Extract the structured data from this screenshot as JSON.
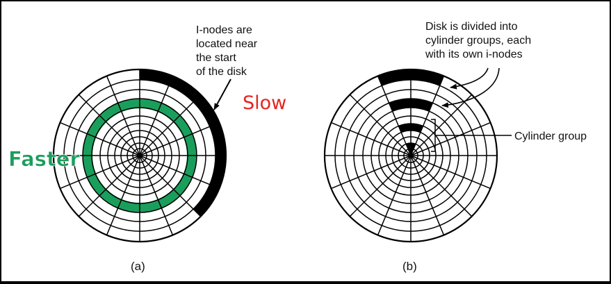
{
  "colors": {
    "background": "#ffffff",
    "ink": "#000000",
    "accent_green": "#1a9e5c",
    "accent_red": "#e8231e"
  },
  "diagram_a": {
    "caption": "(a)",
    "note_lines": [
      "I-nodes are",
      "located near",
      "the start",
      "of the disk"
    ],
    "slow_label": "Slow",
    "faster_label": "Faster"
  },
  "diagram_b": {
    "caption": "(b)",
    "note_lines": [
      "Disk is divided into",
      "cylinder groups, each",
      "with its own i-nodes"
    ],
    "group_label": "Cylinder group"
  }
}
